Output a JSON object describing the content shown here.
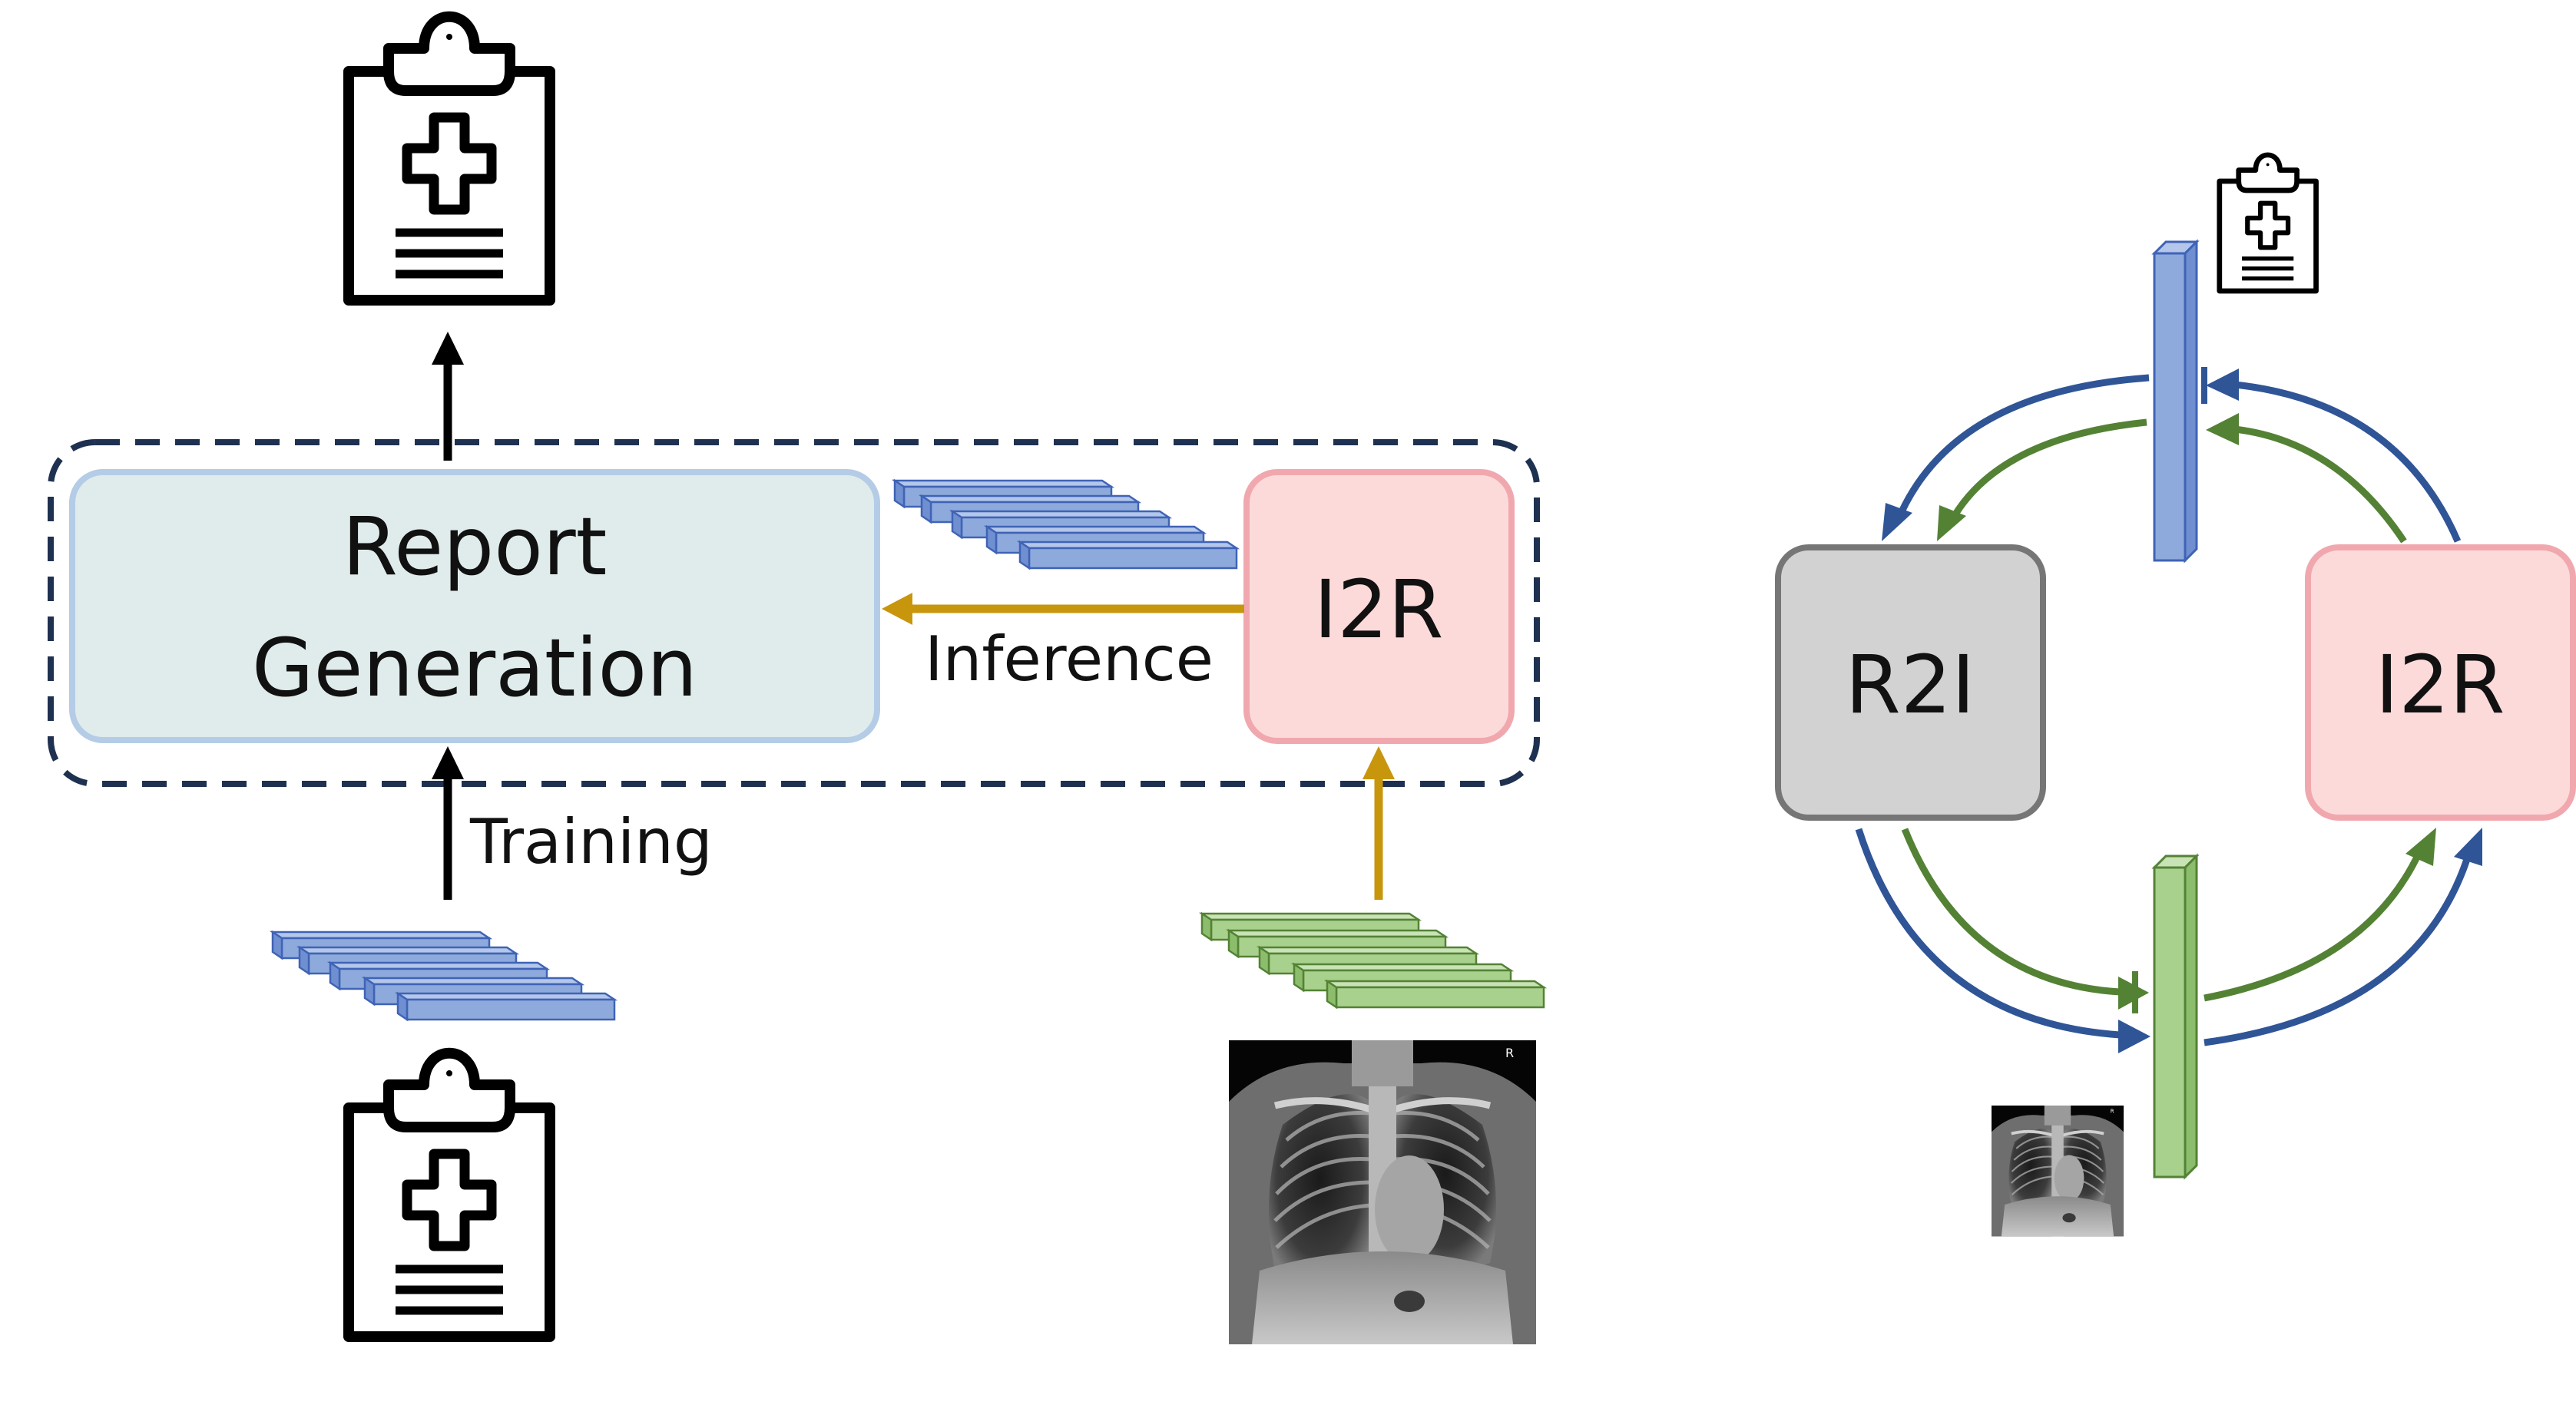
{
  "left_panel": {
    "report_generation_line1": "Report",
    "report_generation_line2": "Generation",
    "i2r_label": "I2R",
    "inference_label": "Inference",
    "training_label": "Training"
  },
  "right_panel": {
    "r2i_label": "R2I",
    "i2r_label": "I2R"
  },
  "colors": {
    "report_box_fill": "#e0ecec",
    "report_box_stroke": "#b4cce6",
    "i2r_box_fill": "#fddada",
    "i2r_box_stroke": "#f0a8ae",
    "r2i_box_fill": "#d2d2d2",
    "r2i_box_stroke": "#767676",
    "dashed_frame": "#1f3150",
    "inference_arrow": "#c8960c",
    "blue_feature": "#8eaadc",
    "blue_feature_stroke": "#3f63b6",
    "green_feature": "#a9d18e",
    "green_feature_stroke": "#548235",
    "cycle_blue": "#2f5597",
    "cycle_green": "#548235"
  },
  "icons": {
    "report": "medical-report-clipboard-icon",
    "xray": "chest-xray-image"
  }
}
